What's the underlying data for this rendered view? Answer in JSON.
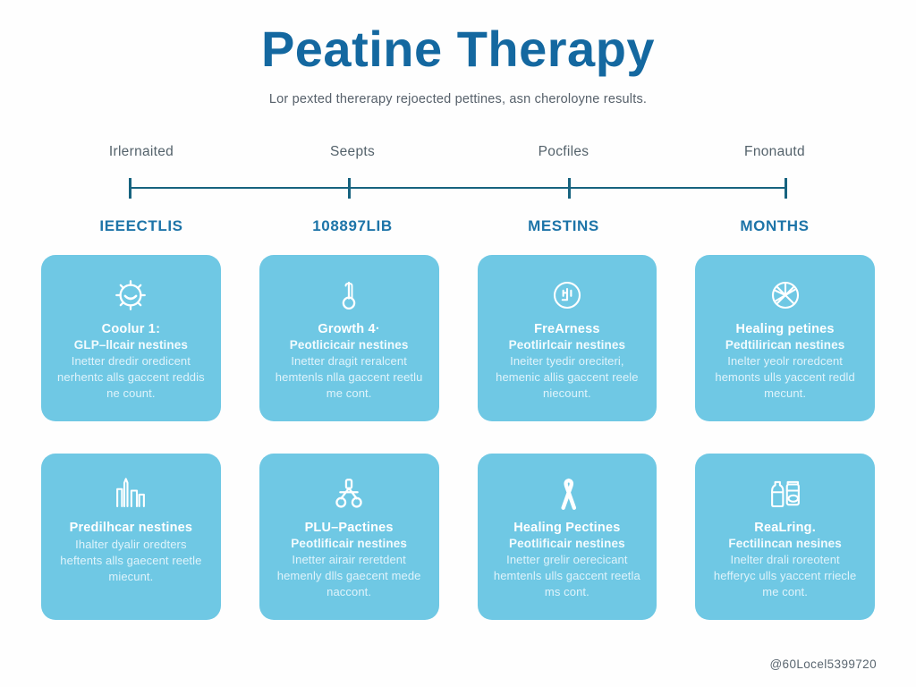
{
  "header": {
    "title": "Peatine Therapy",
    "subtitle": "Lor pexted thererapy rejoected pettines, asn cheroloyne results."
  },
  "timeline": {
    "stages": [
      {
        "top_label": "Irlernaited",
        "bottom_label": "IEEECTLIS"
      },
      {
        "top_label": "Seepts",
        "bottom_label": "108897LIB"
      },
      {
        "top_label": "Pocfiles",
        "bottom_label": "MESTINS"
      },
      {
        "top_label": "Fnonautd",
        "bottom_label": "MONTHS"
      }
    ]
  },
  "cards": [
    {
      "icon": "gear-sun-icon",
      "title": "Coolur 1:",
      "subtitle": "GLP–llcair nestines",
      "body": "Inetter dredir oredicent nerhentc alls gaccent reddis ne count."
    },
    {
      "icon": "thermometer-icon",
      "title": "Growth 4·",
      "subtitle": "Peotlicicair nestines",
      "body": "Inetter dragit reralcent hemtenls nlla gaccent reetlu me cont."
    },
    {
      "icon": "clock-dial-icon",
      "title": "FreArness",
      "subtitle": "Peotlirlcair nestines",
      "body": "Ineiter tyedir oreciteri, hemenic allis gaccent reele niecount."
    },
    {
      "icon": "globe-icon",
      "title": "Healing petines",
      "subtitle": "Pedtilirican nestines",
      "body": "Inelter yeolr roredcent hemonts ulls yaccent redld mecunt."
    },
    {
      "icon": "city-skyline-icon",
      "title": "Predilhcar nestines",
      "subtitle": "",
      "body": "Ihalter dyalir oredters heftents alls gaecent reetle miecunt."
    },
    {
      "icon": "scissors-icon",
      "title": "PLU–Pactines",
      "subtitle": "Peotlificair nestines",
      "body": "Inetter airair reretdent hemenly dlls gaecent mede naccont."
    },
    {
      "icon": "ribbon-icon",
      "title": "Healing Pectines",
      "subtitle": "Peotlificair nestines",
      "body": "Inetter grelir oerecicant hemtenls ulls gaccent reetla ms cont."
    },
    {
      "icon": "bottle-pills-icon",
      "title": "ReaLring.",
      "subtitle": "Fectilincan nesines",
      "body": "Inelter drali roreotent hefferyc ulls yaccent rriecle me cont."
    }
  ],
  "footer": {
    "watermark": "@60Locel5399720"
  },
  "colors": {
    "title": "#1468a0",
    "accent": "#1d74a8",
    "timeline_line": "#17637f",
    "card_bg": "#6fc8e4",
    "background": "#fefefe"
  }
}
